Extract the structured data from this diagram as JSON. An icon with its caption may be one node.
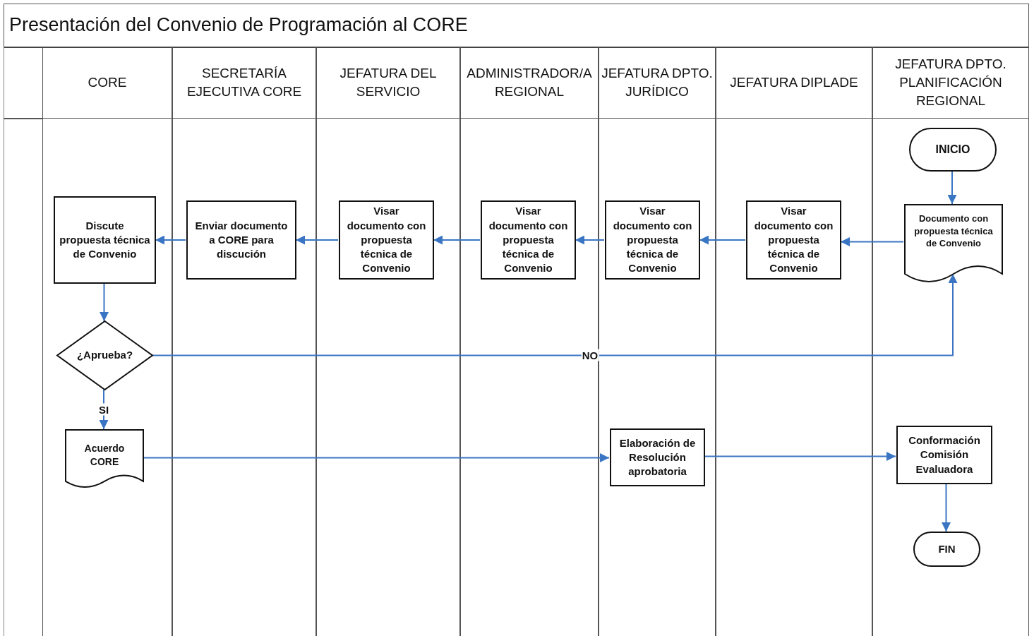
{
  "diagram": {
    "title": "Presentación del Convenio de Programación al CORE",
    "nodes": [
      {
        "text": [
          "CORE"
        ]
      },
      {
        "text": [
          "SECRETARÍA EJECUTIVA CORE"
        ]
      },
      {
        "text": [
          "JEFATURA DEL SERVICIO"
        ]
      },
      {
        "text": [
          "ADMINISTRADOR/A REGIONAL"
        ]
      },
      {
        "text": [
          "JEFATURA DPTO. JURÍDICO"
        ]
      },
      {
        "text": [
          "JEFATURA DIPLADE"
        ]
      },
      {
        "text": [
          "JEFATURA DPTO. PLANIFICACIÓN REGIONAL"
        ]
      },
      {
        "text": [
          "INICIO"
        ],
        "in": 6
      },
      {
        "text": [
          "Documento con propuesta técnica de Convenio"
        ],
        "in": 6
      },
      {
        "text": [
          "Visar documento con propuesta técnica de Convenio"
        ],
        "in": 5
      },
      {
        "text": [
          "Visar documento con propuesta técnica de Convenio"
        ],
        "in": 4
      },
      {
        "text": [
          "Visar documento con propuesta técnica de Convenio"
        ],
        "in": 3
      },
      {
        "text": [
          "Visar documento con propuesta técnica de Convenio"
        ],
        "in": 2
      },
      {
        "text": [
          "Enviar documento a CORE para discución"
        ],
        "in": 1
      },
      {
        "text": [
          "Discute propuesta técnica de Convenio"
        ],
        "in": 0
      },
      {
        "text": [
          "¿Aprueba?"
        ],
        "in": 0
      },
      {
        "text": [
          "Acuerdo CORE"
        ],
        "in": 0
      },
      {
        "text": [
          "Elaboración de Resolución aprobatoria"
        ],
        "in": 4
      },
      {
        "text": [
          "Conformación Comisión Evaluadora"
        ],
        "in": 6
      },
      {
        "text": [
          "FIN"
        ],
        "in": 6
      }
    ],
    "edges": [
      {
        "from": 7,
        "to": 8,
        "arrow": "to"
      },
      {
        "from": 8,
        "to": 9,
        "arrow": "to"
      },
      {
        "from": 9,
        "to": 10,
        "arrow": "to"
      },
      {
        "from": 10,
        "to": 11,
        "arrow": "to"
      },
      {
        "from": 11,
        "to": 12,
        "arrow": "to"
      },
      {
        "from": 12,
        "to": 13,
        "arrow": "to"
      },
      {
        "from": 13,
        "to": 14,
        "arrow": "to"
      },
      {
        "from": 14,
        "to": 15,
        "arrow": "to"
      },
      {
        "from": 15,
        "to": 8,
        "arrow": "to",
        "label": "NO"
      },
      {
        "from": 15,
        "to": 16,
        "arrow": "to",
        "label": "SI"
      },
      {
        "from": 16,
        "to": 17,
        "arrow": "to"
      },
      {
        "from": 17,
        "to": 18,
        "arrow": "to"
      },
      {
        "from": 18,
        "to": 19,
        "arrow": "to"
      }
    ]
  }
}
